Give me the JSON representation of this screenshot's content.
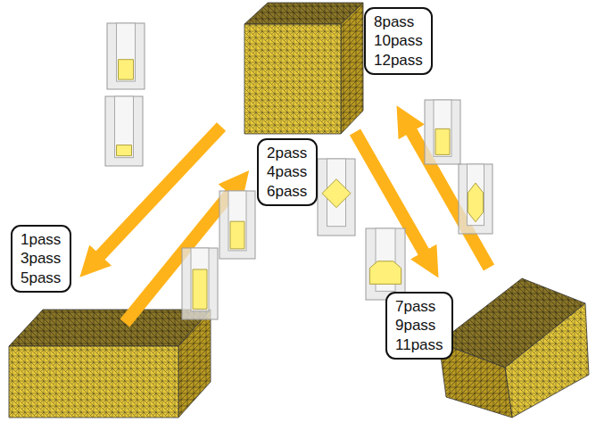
{
  "diagram": {
    "nodes": [
      {
        "text": [
          "8pass 10pass 12pass"
        ]
      },
      {
        "text": [
          "2pass 4pass 6pass"
        ]
      },
      {
        "text": [
          "1pass 3pass 5pass"
        ]
      },
      {
        "text": [
          "7pass 9pass 11pass"
        ]
      }
    ]
  }
}
